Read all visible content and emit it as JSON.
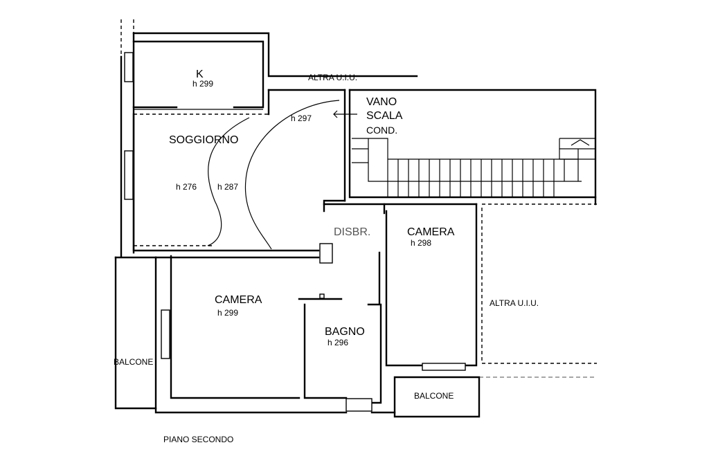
{
  "labels": {
    "kitchen": "K",
    "kitchen_h": "h 299",
    "altra_top": "ALTRA U.I.U.",
    "vano_1": "VANO",
    "vano_2": "SCALA",
    "vano_3": "COND.",
    "h297": "h 297",
    "soggiorno": "SOGGIORNO",
    "h276": "h 276",
    "h287": "h 287",
    "disbr": "DISBR.",
    "camera_right": "CAMERA",
    "camera_right_h": "h 298",
    "camera_left": "CAMERA",
    "camera_left_h": "h 299",
    "bagno": "BAGNO",
    "bagno_h": "h 296",
    "altra_right": "ALTRA U.I.U.",
    "balcone_left": "BALCONE",
    "balcone_bottom": "BALCONE",
    "floor_title": "PIANO SECONDO"
  }
}
